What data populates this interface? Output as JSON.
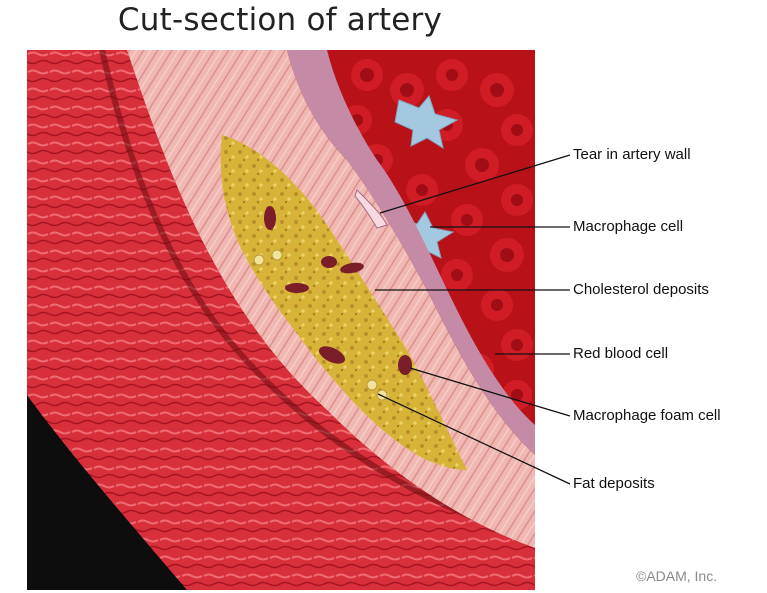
{
  "title": "Cut-section of artery",
  "labels": [
    "Tear in artery wall",
    "Macrophage cell",
    "Cholesterol deposits",
    "Red blood cell",
    "Macrophage foam cell",
    "Fat deposits"
  ],
  "copyright": "©ADAM, Inc.",
  "colors": {
    "outer_wall": "#c8232c",
    "muscle_layer": "#f2b6b0",
    "plaque": "#d9b83a",
    "blood_cell": "#c7141c",
    "macrophage": "#9ec4dc",
    "foam_cell": "#7a1e2a"
  }
}
